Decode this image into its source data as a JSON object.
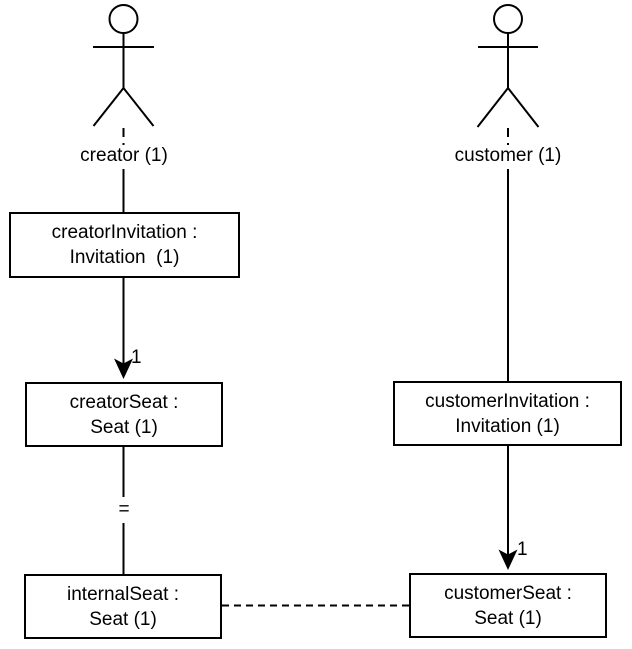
{
  "diagram": {
    "colors": {
      "stroke": "#000000",
      "text": "#000000",
      "background": "#ffffff"
    },
    "actors": [
      {
        "label": "creator (1)"
      },
      {
        "label": "customer (1)"
      }
    ],
    "nodes": [
      {
        "line1": "creatorInvitation :",
        "line2": "Invitation  (1)"
      },
      {
        "line1": "creatorSeat :",
        "line2": "Seat (1)"
      },
      {
        "line1": "internalSeat :",
        "line2": "Seat (1)"
      },
      {
        "line1": "customerInvitation :",
        "line2": "Invitation (1)"
      },
      {
        "line1": "customerSeat :",
        "line2": "Seat (1)"
      }
    ],
    "edge_labels": [
      {
        "text": "1"
      },
      {
        "text": "1"
      },
      {
        "text": "="
      }
    ]
  }
}
